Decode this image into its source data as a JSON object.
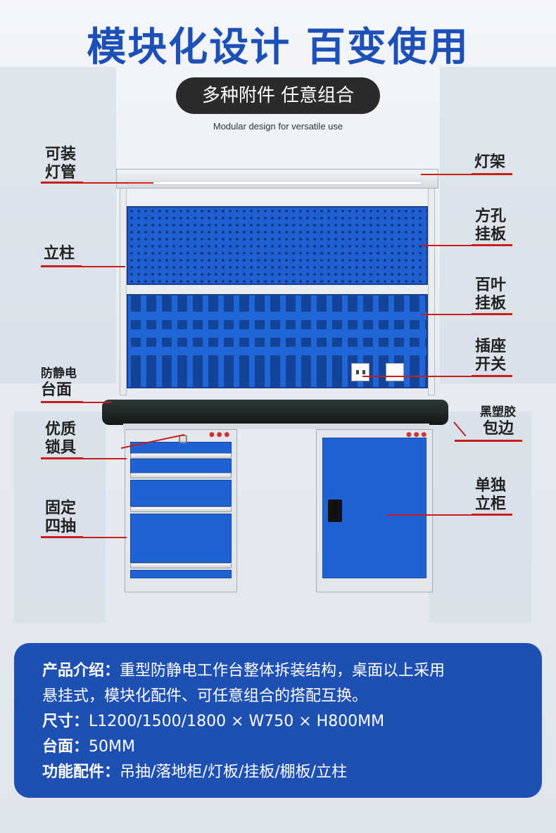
{
  "headline": "模块化设计 百变使用",
  "pill": "多种附件 任意组合",
  "subtitle_en": "Modular design for versatile use",
  "callouts": {
    "lamp_tube": [
      "可装",
      "灯管"
    ],
    "lamp_frame": "灯架",
    "upright": "立柱",
    "square_hole_board": [
      "方孔",
      "挂板"
    ],
    "louver_board": [
      "百叶",
      "挂板"
    ],
    "socket_switch": [
      "插座",
      "开关"
    ],
    "antistatic_top": [
      "防静电",
      "台面"
    ],
    "black_plastic_edge": [
      "黑塑胶",
      "包边"
    ],
    "lock": [
      "优质",
      "锁具"
    ],
    "fixed_drawers": [
      "固定",
      "四抽"
    ],
    "single_cabinet": [
      "单独",
      "立柜"
    ]
  },
  "info": {
    "intro_label": "产品介绍：",
    "intro_text_1": "重型防静电工作台整体拆装结构，桌面以上采用",
    "intro_text_2": "悬挂式，模块化配件、可任意组合的搭配互换。",
    "size_label": "尺寸：",
    "size_value": "L1200/1500/1800 × W750 × H800MM",
    "top_label": "台面：",
    "top_value": "50MM",
    "acc_label": "功能配件：",
    "acc_value": "吊抽/落地柜/灯板/挂板/棚板/立柱"
  },
  "colors": {
    "headline": "#1d4fb8",
    "accent_red": "#c81e1e",
    "cabinet_blue": "#1f62d4",
    "info_bg": "#1e4fb3"
  }
}
